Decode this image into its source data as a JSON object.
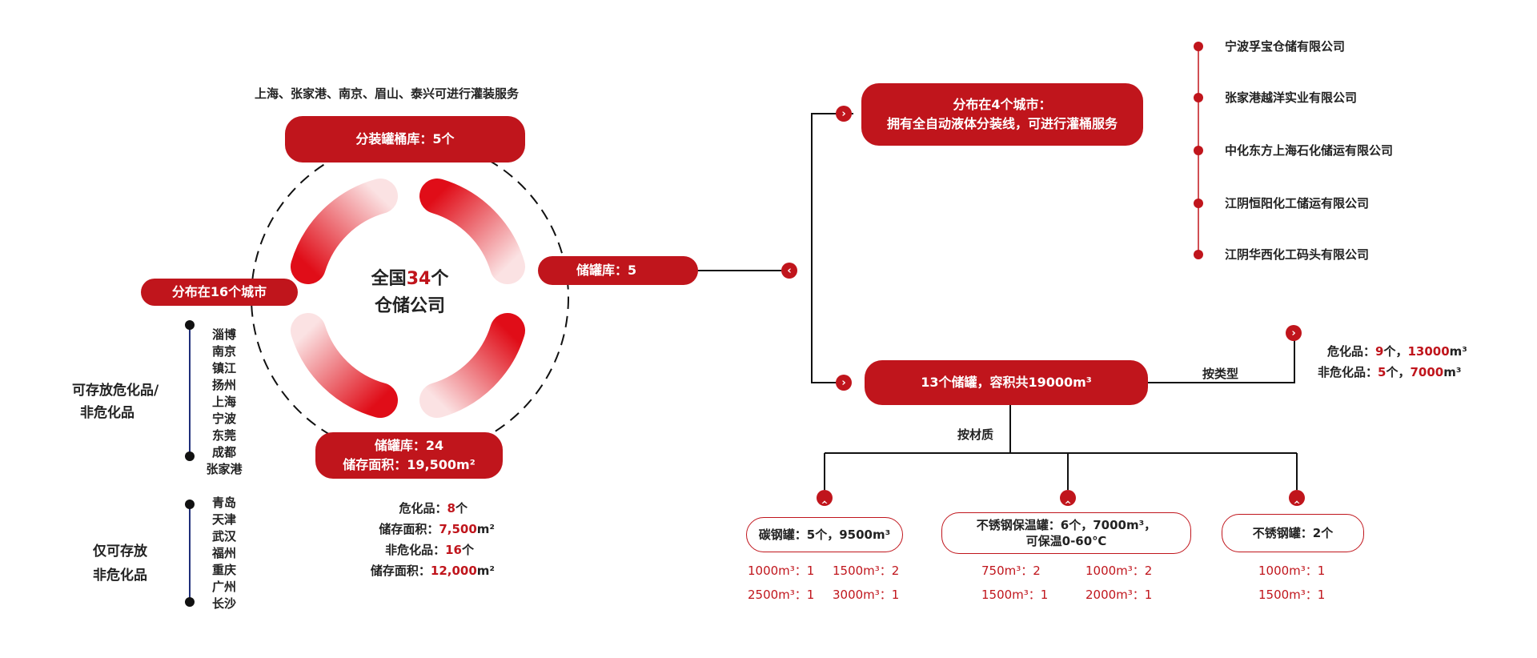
{
  "center": {
    "prefix": "全国",
    "number": "34",
    "suffix": "个",
    "line2": "仓储公司"
  },
  "top": {
    "note": "上海、张家港、南京、眉山、泰兴可进行灌装服务",
    "pill": "分装罐桶库：5个"
  },
  "left": {
    "pill": "分布在16个城市",
    "group1_label_line1": "可存放危化品/",
    "group1_label_line2": "非危化品",
    "group1_cities": [
      "淄博",
      "南京",
      "镇江",
      "扬州",
      "上海",
      "宁波",
      "东莞",
      "成都",
      "张家港"
    ],
    "group2_label_line1": "仅可存放",
    "group2_label_line2": "非危化品",
    "group2_cities": [
      "青岛",
      "天津",
      "武汉",
      "福州",
      "重庆",
      "广州",
      "长沙"
    ]
  },
  "bottom": {
    "pill_line1": "储罐库：24",
    "pill_line2": "储存面积：19,500m²",
    "rows": [
      {
        "label": "危化品：",
        "value": "8",
        "unit": "个"
      },
      {
        "label": "储存面积：",
        "value": "7,500",
        "unit": "m²"
      },
      {
        "label": "非危化品：",
        "value": "16",
        "unit": "个"
      },
      {
        "label": "储存面积：",
        "value": "12,000",
        "unit": "m²"
      }
    ]
  },
  "tank": {
    "pill": "储罐库：5"
  },
  "cities4": {
    "line1": "分布在4个城市：",
    "line2": "拥有全自动液体分装线，可进行灌桶服务"
  },
  "companies": [
    "宁波孚宝仓储有限公司",
    "张家港越洋实业有限公司",
    "中化东方上海石化储运有限公司",
    "江阴恒阳化工储运有限公司",
    "江阴华西化工码头有限公司"
  ],
  "tanks13": {
    "pill": "13个储罐，容积共19000m³"
  },
  "by_type": {
    "label": "按类型",
    "rows": [
      {
        "label": "危化品：",
        "count": "9",
        "count_unit": "个，",
        "volume": "13000",
        "volume_unit": "m³"
      },
      {
        "label": "非危化品：",
        "count": "5",
        "count_unit": "个，",
        "volume": "7000",
        "volume_unit": "m³"
      }
    ]
  },
  "by_material": {
    "label": "按材质",
    "carbon": {
      "title": "碳钢罐：5个，9500m³",
      "sizes": [
        "1000m³：1",
        "1500m³：2",
        "2500m³：1",
        "3000m³：1"
      ]
    },
    "stainless_insulated": {
      "title_line1": "不锈钢保温罐：6个，7000m³，",
      "title_line2": "可保温0-60℃",
      "sizes": [
        "750m³：2",
        "1000m³：2",
        "1500m³：1",
        "2000m³：1"
      ]
    },
    "stainless": {
      "title": "不锈钢罐：2个",
      "sizes": [
        "1000m³：1",
        "1500m³：1"
      ]
    }
  },
  "icons": {
    "right": "chevron-right-icon",
    "left": "chevron-left-icon",
    "up": "chevron-up-icon"
  },
  "colors": {
    "accent": "#c0151c",
    "line": "#111111"
  }
}
